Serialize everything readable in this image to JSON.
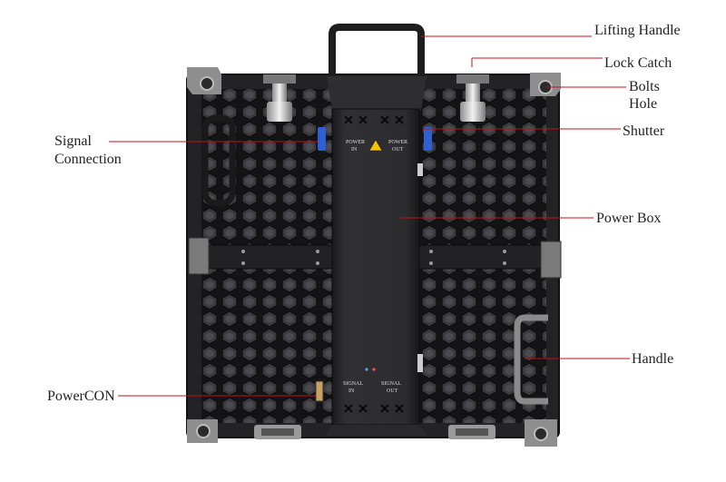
{
  "labels": {
    "lifting_handle": "Lifting Handle",
    "lock_catch": "Lock Catch",
    "bolts_hole_1": "Bolts",
    "bolts_hole_2": "Hole",
    "shutter": "Shutter",
    "signal_connection_1": "Signal",
    "signal_connection_2": "Connection",
    "power_box": "Power Box",
    "handle": "Handle",
    "powercon": "PowerCON"
  },
  "panel_text": {
    "power_in_1": "POWER",
    "power_in_2": "IN",
    "power_out_1": "POWER",
    "power_out_2": "OUT",
    "signal_in_1": "SIGNAL",
    "signal_in_2": "IN",
    "signal_out_1": "SIGNAL",
    "signal_out_2": "OUT"
  },
  "colors": {
    "leader_line": "#c0101a",
    "cabinet": "#1c1c1e",
    "frame": "#2a2a2c",
    "power_box": "#252527",
    "warning_label": "#f2c300"
  }
}
